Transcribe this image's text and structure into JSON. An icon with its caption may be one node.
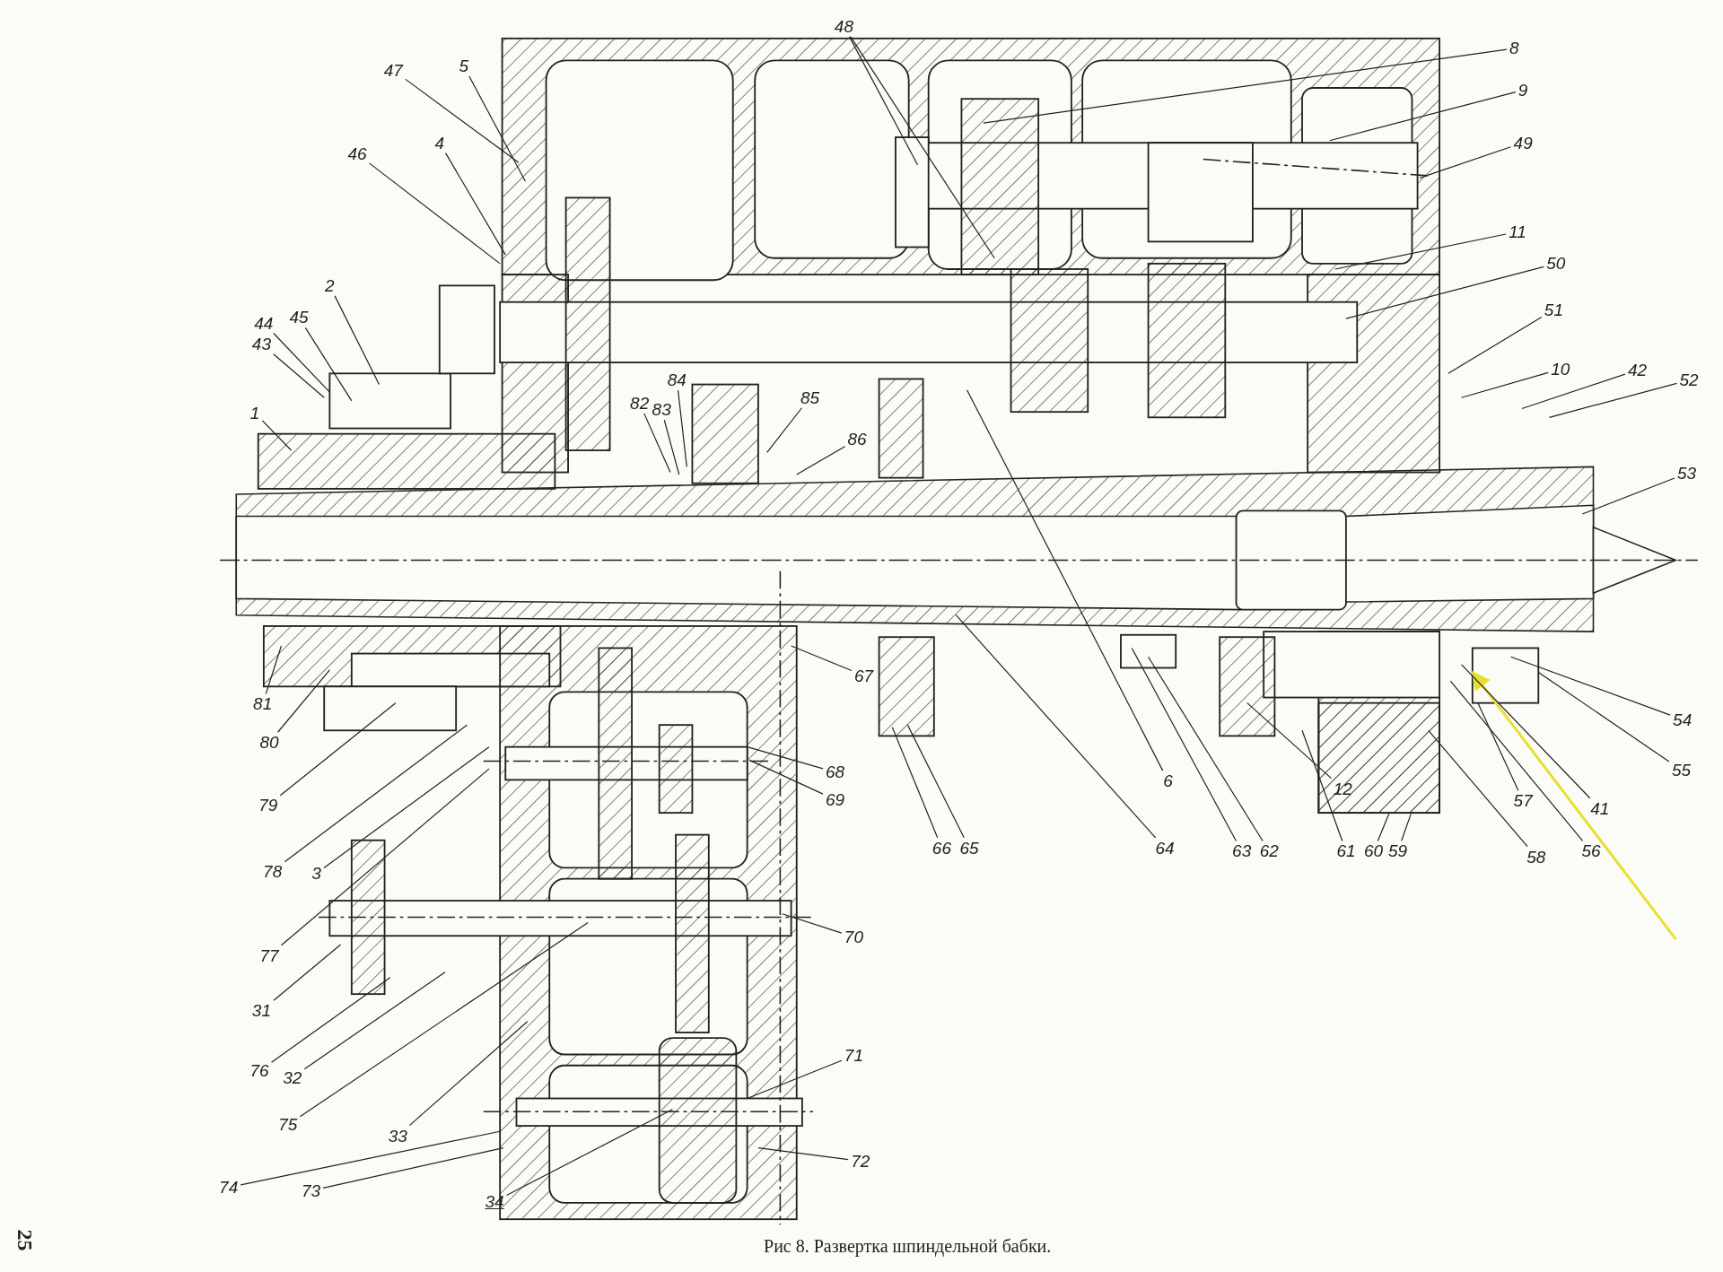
{
  "diagram": {
    "caption": "Рис 8. Развертка шпиндельной бабки.",
    "nodes": [
      {
        "text": [
          "48"
        ]
      },
      {
        "text": [
          "8"
        ]
      },
      {
        "text": [
          "47"
        ]
      },
      {
        "text": [
          "5"
        ]
      },
      {
        "text": [
          "9"
        ]
      },
      {
        "text": [
          "49"
        ]
      },
      {
        "text": [
          "46"
        ]
      },
      {
        "text": [
          "4"
        ]
      },
      {
        "text": [
          "11"
        ]
      },
      {
        "text": [
          "50"
        ]
      },
      {
        "text": [
          "2"
        ]
      },
      {
        "text": [
          "51"
        ]
      },
      {
        "text": [
          "44"
        ]
      },
      {
        "text": [
          "45"
        ]
      },
      {
        "text": [
          "43"
        ]
      },
      {
        "text": [
          "10"
        ]
      },
      {
        "text": [
          "42"
        ]
      },
      {
        "text": [
          "52"
        ]
      },
      {
        "text": [
          "84"
        ]
      },
      {
        "text": [
          "85"
        ]
      },
      {
        "text": [
          "82"
        ]
      },
      {
        "text": [
          "83"
        ]
      },
      {
        "text": [
          "1"
        ]
      },
      {
        "text": [
          "86"
        ]
      },
      {
        "text": [
          "53"
        ]
      },
      {
        "text": [
          "67"
        ]
      },
      {
        "text": [
          "81"
        ]
      },
      {
        "text": [
          "54"
        ]
      },
      {
        "text": [
          "80"
        ]
      },
      {
        "text": [
          "55"
        ]
      },
      {
        "text": [
          "68"
        ]
      },
      {
        "text": [
          "6"
        ]
      },
      {
        "text": [
          "57"
        ]
      },
      {
        "text": [
          "41"
        ]
      },
      {
        "text": [
          "69"
        ]
      },
      {
        "text": [
          "79"
        ]
      },
      {
        "text": [
          "12"
        ]
      },
      {
        "text": [
          "66"
        ]
      },
      {
        "text": [
          "65"
        ]
      },
      {
        "text": [
          "64"
        ]
      },
      {
        "text": [
          "63"
        ]
      },
      {
        "text": [
          "62"
        ]
      },
      {
        "text": [
          "61"
        ]
      },
      {
        "text": [
          "60"
        ]
      },
      {
        "text": [
          "59"
        ]
      },
      {
        "text": [
          "58"
        ]
      },
      {
        "text": [
          "56"
        ]
      },
      {
        "text": [
          "78"
        ]
      },
      {
        "text": [
          "3"
        ]
      },
      {
        "text": [
          "70"
        ]
      },
      {
        "text": [
          "77"
        ]
      },
      {
        "text": [
          "31"
        ]
      },
      {
        "text": [
          "71"
        ]
      },
      {
        "text": [
          "76"
        ]
      },
      {
        "text": [
          "32"
        ]
      },
      {
        "text": [
          "75"
        ]
      },
      {
        "text": [
          "33"
        ]
      },
      {
        "text": [
          "72"
        ]
      },
      {
        "text": [
          "74"
        ]
      },
      {
        "text": [
          "73"
        ]
      },
      {
        "text": [
          "34"
        ]
      }
    ],
    "edges": [
      {
        "from": 0,
        "to": null,
        "arrow": "none"
      },
      {
        "from": 0,
        "to": null,
        "arrow": "none"
      },
      {
        "from": 1,
        "to": null,
        "arrow": "none"
      },
      {
        "from": 2,
        "to": null,
        "arrow": "none"
      },
      {
        "from": 3,
        "to": null,
        "arrow": "none"
      },
      {
        "from": 4,
        "to": null,
        "arrow": "none"
      },
      {
        "from": 5,
        "to": null,
        "arrow": "none"
      },
      {
        "from": 6,
        "to": null,
        "arrow": "none"
      },
      {
        "from": 7,
        "to": null,
        "arrow": "none"
      },
      {
        "from": 8,
        "to": null,
        "arrow": "none"
      },
      {
        "from": 9,
        "to": null,
        "arrow": "none"
      },
      {
        "from": 10,
        "to": null,
        "arrow": "none"
      },
      {
        "from": 11,
        "to": null,
        "arrow": "none"
      },
      {
        "from": 12,
        "to": null,
        "arrow": "none"
      },
      {
        "from": 13,
        "to": null,
        "arrow": "none"
      },
      {
        "from": 14,
        "to": null,
        "arrow": "none"
      },
      {
        "from": 15,
        "to": null,
        "arrow": "none"
      },
      {
        "from": 16,
        "to": null,
        "arrow": "none"
      },
      {
        "from": 17,
        "to": null,
        "arrow": "none"
      },
      {
        "from": 18,
        "to": null,
        "arrow": "none"
      },
      {
        "from": 19,
        "to": null,
        "arrow": "none"
      },
      {
        "from": 20,
        "to": null,
        "arrow": "none"
      },
      {
        "from": 21,
        "to": null,
        "arrow": "none"
      },
      {
        "from": 22,
        "to": null,
        "arrow": "none"
      },
      {
        "from": 23,
        "to": null,
        "arrow": "none"
      },
      {
        "from": 24,
        "to": null,
        "arrow": "none"
      },
      {
        "from": 25,
        "to": null,
        "arrow": "none"
      },
      {
        "from": 26,
        "to": null,
        "arrow": "none"
      },
      {
        "from": 27,
        "to": null,
        "arrow": "none"
      },
      {
        "from": 28,
        "to": null,
        "arrow": "none"
      },
      {
        "from": 29,
        "to": null,
        "arrow": "none"
      },
      {
        "from": 30,
        "to": null,
        "arrow": "none"
      },
      {
        "from": 31,
        "to": null,
        "arrow": "none"
      },
      {
        "from": 32,
        "to": null,
        "arrow": "none"
      },
      {
        "from": 33,
        "to": null,
        "arrow": "none"
      },
      {
        "from": 34,
        "to": null,
        "arrow": "none"
      },
      {
        "from": 35,
        "to": null,
        "arrow": "none"
      },
      {
        "from": 36,
        "to": null,
        "arrow": "none"
      },
      {
        "from": 37,
        "to": null,
        "arrow": "none"
      },
      {
        "from": 38,
        "to": null,
        "arrow": "none"
      },
      {
        "from": 39,
        "to": null,
        "arrow": "none"
      },
      {
        "from": 40,
        "to": null,
        "arrow": "none"
      },
      {
        "from": 41,
        "to": null,
        "arrow": "none"
      },
      {
        "from": 42,
        "to": null,
        "arrow": "none"
      },
      {
        "from": 43,
        "to": null,
        "arrow": "none"
      },
      {
        "from": 44,
        "to": null,
        "arrow": "none"
      },
      {
        "from": 45,
        "to": null,
        "arrow": "none"
      },
      {
        "from": 46,
        "to": null,
        "arrow": "none"
      },
      {
        "from": 47,
        "to": null,
        "arrow": "none"
      },
      {
        "from": 48,
        "to": null,
        "arrow": "none"
      },
      {
        "from": 49,
        "to": null,
        "arrow": "none"
      },
      {
        "from": 50,
        "to": null,
        "arrow": "none"
      },
      {
        "from": 51,
        "to": null,
        "arrow": "none"
      },
      {
        "from": 52,
        "to": null,
        "arrow": "none"
      },
      {
        "from": 53,
        "to": null,
        "arrow": "none"
      },
      {
        "from": 54,
        "to": null,
        "arrow": "none"
      },
      {
        "from": 55,
        "to": null,
        "arrow": "none"
      },
      {
        "from": 56,
        "to": null,
        "arrow": "none"
      },
      {
        "from": 57,
        "to": null,
        "arrow": "none"
      },
      {
        "from": 58,
        "to": null,
        "arrow": "none"
      },
      {
        "from": 59,
        "to": null,
        "arrow": "none"
      },
      {
        "from": 60,
        "to": null,
        "arrow": "none"
      }
    ],
    "labels": [
      "25"
    ]
  }
}
